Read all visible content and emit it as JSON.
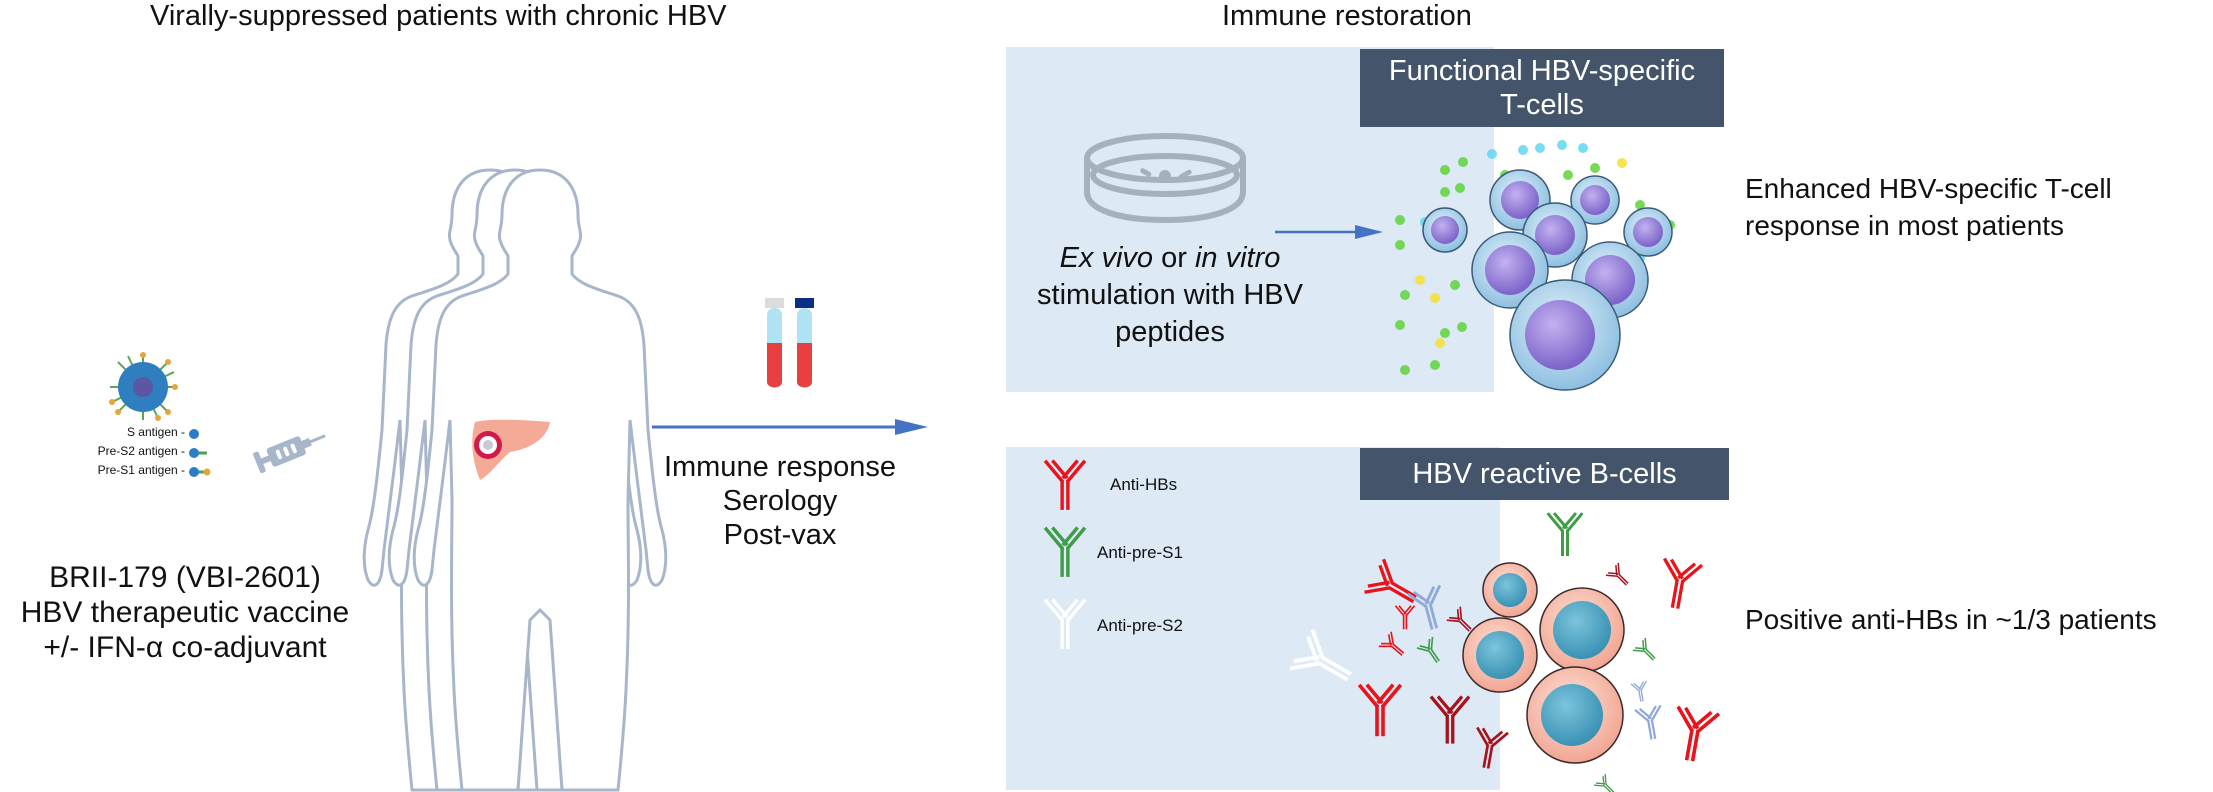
{
  "headings": {
    "left": "Virally-suppressed patients with chronic HBV",
    "right": "Immune restoration"
  },
  "vaccine": {
    "antigens": [
      {
        "label": "S antigen -",
        "icon": "s-antigen-icon"
      },
      {
        "label": "Pre-S2 antigen -",
        "icon": "pre-s2-antigen-icon"
      },
      {
        "label": "Pre-S1 antigen -",
        "icon": "pre-s1-antigen-icon"
      }
    ],
    "lines": [
      "BRII-179 (VBI-2601)",
      "HBV therapeutic vaccine",
      "+/- IFN-α co-adjuvant"
    ]
  },
  "sampling": {
    "lines": [
      "Immune response",
      "Serology",
      "Post-vax"
    ]
  },
  "t_cell_panel": {
    "header_lines": [
      "Functional HBV-specific",
      "T-cells"
    ],
    "stimulation": {
      "line1_parts": [
        {
          "text": "Ex vivo",
          "italic": true
        },
        {
          "text": " or ",
          "italic": false
        },
        {
          "text": "in vitro",
          "italic": true
        }
      ],
      "line2": "stimulation with HBV",
      "line3": "peptides"
    },
    "outcome_lines": [
      "Enhanced HBV-specific T-cell",
      "response in most patients"
    ]
  },
  "b_cell_panel": {
    "header": "HBV reactive B-cells",
    "legend": [
      {
        "label": "Anti-HBs",
        "color": "#e8141b"
      },
      {
        "label": "Anti-pre-S1",
        "color": "#3f9c47"
      },
      {
        "label": "Anti-pre-S2",
        "color": "#ffffff"
      }
    ],
    "outcome": "Positive anti-HBs in ~1/3 patients"
  },
  "colors": {
    "panel_bg": "#dde9f5",
    "header_bg": "#44546a",
    "arrow": "#4472c4",
    "outline": "#a7b6cb",
    "anti_hbs_dark": "#a8121c",
    "anti_blue": "#8fa9d9"
  }
}
